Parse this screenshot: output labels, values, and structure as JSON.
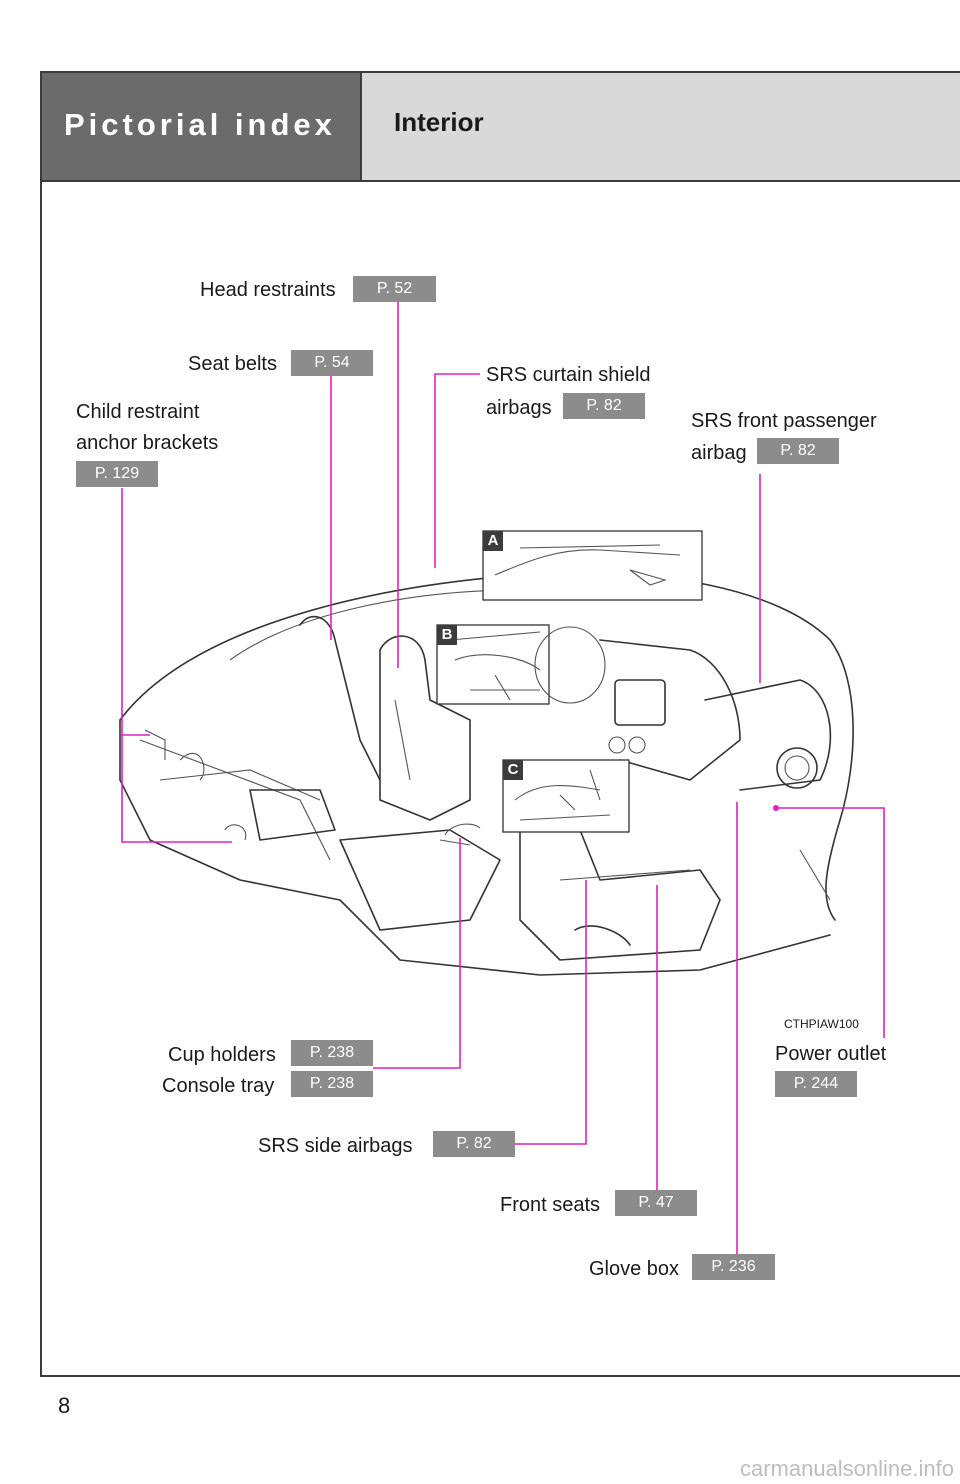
{
  "header": {
    "section": "Pictorial index",
    "title": "Interior"
  },
  "callouts": {
    "head_restraints": {
      "label": "Head restraints",
      "page": "P. 52"
    },
    "seat_belts": {
      "label": "Seat belts",
      "page": "P. 54"
    },
    "child_restraint": {
      "label_line1": "Child restraint",
      "label_line2": "anchor brackets",
      "page": "P. 129"
    },
    "srs_curtain": {
      "label_line1": "SRS curtain shield",
      "label_line2": "airbags",
      "page": "P. 82"
    },
    "srs_front_passenger": {
      "label_line1": "SRS front passenger",
      "label_line2": "airbag",
      "page": "P. 82"
    },
    "cup_holders": {
      "label": "Cup holders",
      "page": "P. 238"
    },
    "console_tray": {
      "label": "Console tray",
      "page": "P. 238"
    },
    "srs_side": {
      "label": "SRS side airbags",
      "page": "P. 82"
    },
    "front_seats": {
      "label": "Front seats",
      "page": "P. 47"
    },
    "glove_box": {
      "label": "Glove box",
      "page": "P. 236"
    },
    "power_outlet": {
      "label": "Power outlet",
      "page": "P. 244"
    }
  },
  "inset_tags": [
    "A",
    "B",
    "C"
  ],
  "illustration_code": "CTHPIAW100",
  "page_number": "8",
  "watermark": "carmanualsonline.info",
  "colors": {
    "header_dark": "#6b6b6b",
    "header_light": "#d9d9d9",
    "leader_line": "#e020c0",
    "page_badge": "#8c8c8c"
  }
}
